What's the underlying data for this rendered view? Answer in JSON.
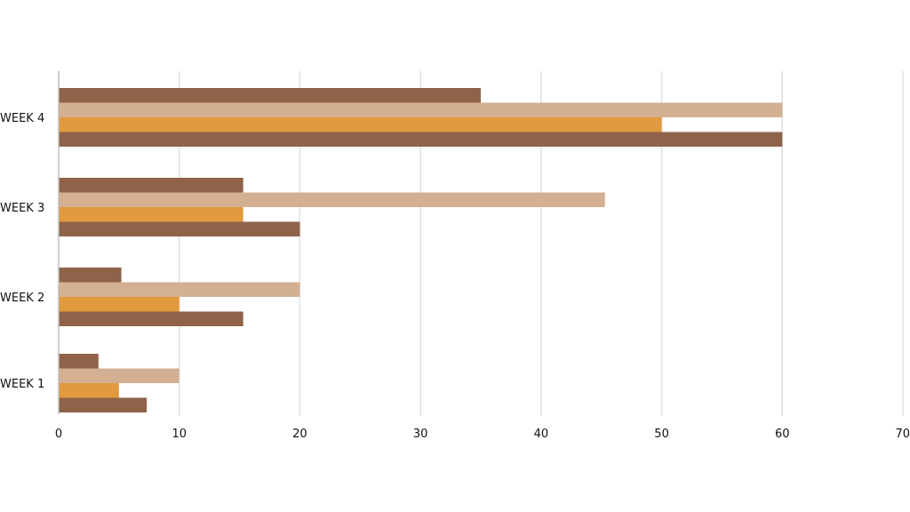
{
  "chart_data": {
    "type": "bar",
    "orientation": "horizontal",
    "categories": [
      "WEEK 1",
      "WEEK 2",
      "WEEK 3",
      "WEEK 4"
    ],
    "series": [
      {
        "values": [
          3.3,
          5.2,
          15.3,
          35
        ],
        "color": "#8f624a"
      },
      {
        "values": [
          10,
          20,
          45.3,
          60
        ],
        "color": "#d4b093"
      },
      {
        "values": [
          5,
          10,
          15.3,
          50
        ],
        "color": "#e19a3e"
      },
      {
        "values": [
          7.3,
          15.3,
          20,
          60
        ],
        "color": "#8f624a"
      }
    ],
    "xlim": [
      0,
      70
    ],
    "xticks": [
      "0",
      "10",
      "20",
      "30",
      "40",
      "50",
      "60",
      "70"
    ],
    "grid": true,
    "colors": {
      "grid": "#e0e0e0",
      "axis": "#bdbdbd",
      "text": "#111111"
    }
  }
}
